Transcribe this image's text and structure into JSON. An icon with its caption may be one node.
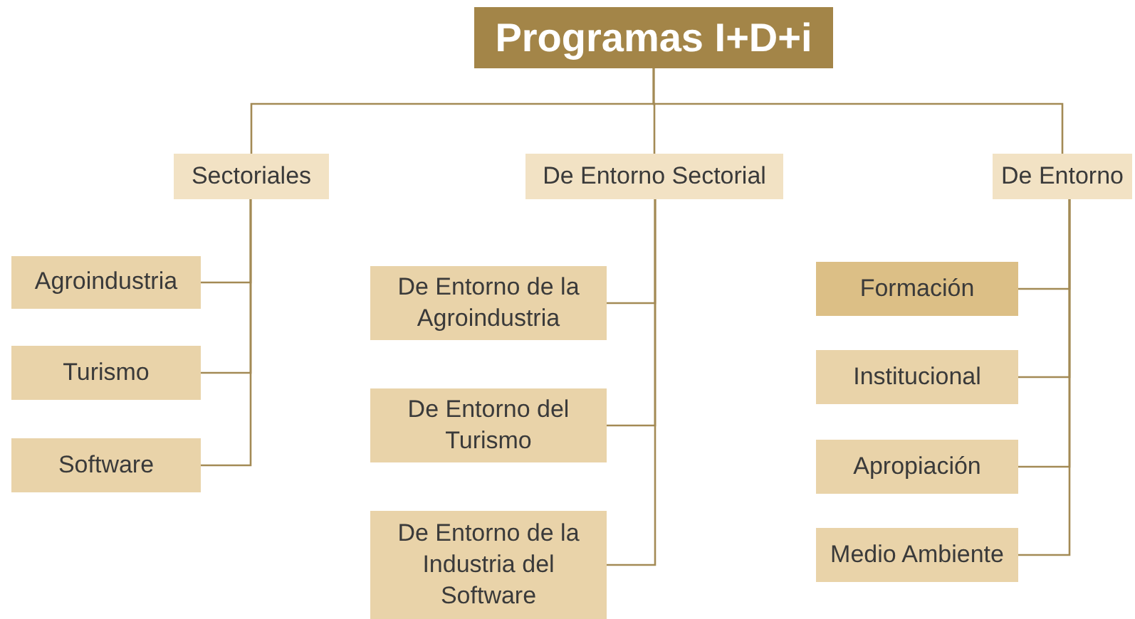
{
  "diagram": {
    "title": "Programas I+D+i",
    "nodes": [
      {
        "text": [
          "Sectoriales"
        ]
      },
      {
        "text": [
          "De Entorno Sectorial"
        ]
      },
      {
        "text": [
          "De Entorno"
        ]
      },
      {
        "text": [
          "Agroindustria"
        ]
      },
      {
        "text": [
          "Turismo"
        ]
      },
      {
        "text": [
          "Software"
        ]
      },
      {
        "text": [
          "De Entorno de la Agroindustria"
        ]
      },
      {
        "text": [
          "De Entorno del Turismo"
        ]
      },
      {
        "text": [
          "De Entorno de la Industria del Software"
        ]
      },
      {
        "text": [
          "Formación"
        ]
      },
      {
        "text": [
          "Institucional"
        ]
      },
      {
        "text": [
          "Apropiación"
        ]
      },
      {
        "text": [
          "Medio Ambiente"
        ]
      }
    ],
    "edges": [
      {
        "from": null,
        "to": 0,
        "arrow": "none"
      },
      {
        "from": null,
        "to": 1,
        "arrow": "none"
      },
      {
        "from": null,
        "to": 2,
        "arrow": "none"
      },
      {
        "from": 0,
        "to": 3,
        "arrow": "none"
      },
      {
        "from": 0,
        "to": 4,
        "arrow": "none"
      },
      {
        "from": 0,
        "to": 5,
        "arrow": "none"
      },
      {
        "from": 1,
        "to": 6,
        "arrow": "none"
      },
      {
        "from": 1,
        "to": 7,
        "arrow": "none"
      },
      {
        "from": 1,
        "to": 8,
        "arrow": "none"
      },
      {
        "from": 2,
        "to": 9,
        "arrow": "none"
      },
      {
        "from": 2,
        "to": 10,
        "arrow": "none"
      },
      {
        "from": 2,
        "to": 11,
        "arrow": "none"
      },
      {
        "from": 2,
        "to": 12,
        "arrow": "none"
      }
    ]
  }
}
